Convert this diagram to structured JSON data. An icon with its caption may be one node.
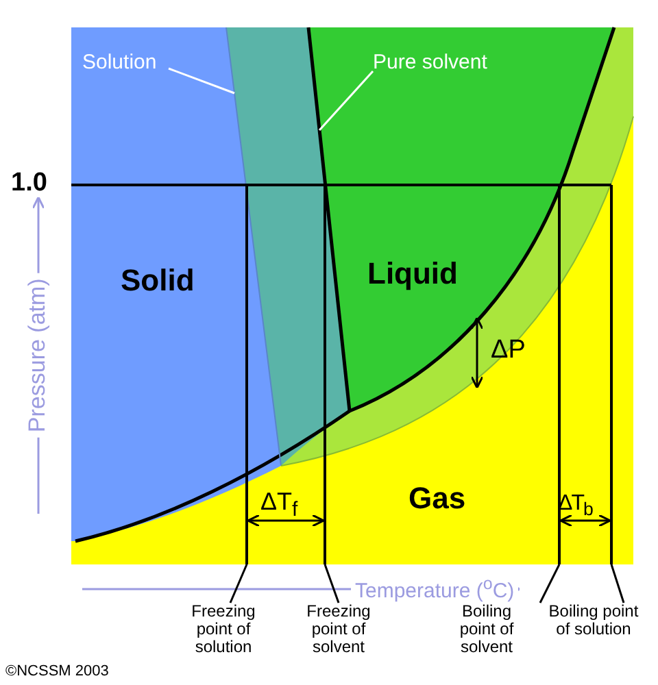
{
  "diagram": {
    "nodes": [
      {
        "text": [
          "Solution"
        ]
      },
      {
        "text": [
          "Pure solvent"
        ]
      },
      {
        "text": [
          "Freezing point of solution"
        ]
      },
      {
        "text": [
          "Freezing point of solvent"
        ]
      },
      {
        "text": [
          "Boiling point of solvent"
        ]
      },
      {
        "text": [
          "Boiling point of solution"
        ]
      }
    ],
    "edges": [
      {
        "from": 0,
        "to": null,
        "arrow": "none",
        "color": "#ffffff"
      },
      {
        "from": 1,
        "to": null,
        "arrow": "none",
        "color": "#ffffff"
      },
      {
        "from": 2,
        "to": null,
        "arrow": "none"
      },
      {
        "from": 3,
        "to": null,
        "arrow": "none"
      },
      {
        "from": 4,
        "to": null,
        "arrow": "none"
      },
      {
        "from": 5,
        "to": null,
        "arrow": "none"
      }
    ],
    "labels": [
      "1.0",
      "Pressure (atm)",
      "Solid",
      "Liquid",
      "Gas",
      "ΔP",
      "ΔT$_{f}$",
      "ΔT$_{b}$",
      "Temperature ($^{o}$C)",
      "©NCSSM 2003"
    ]
  }
}
